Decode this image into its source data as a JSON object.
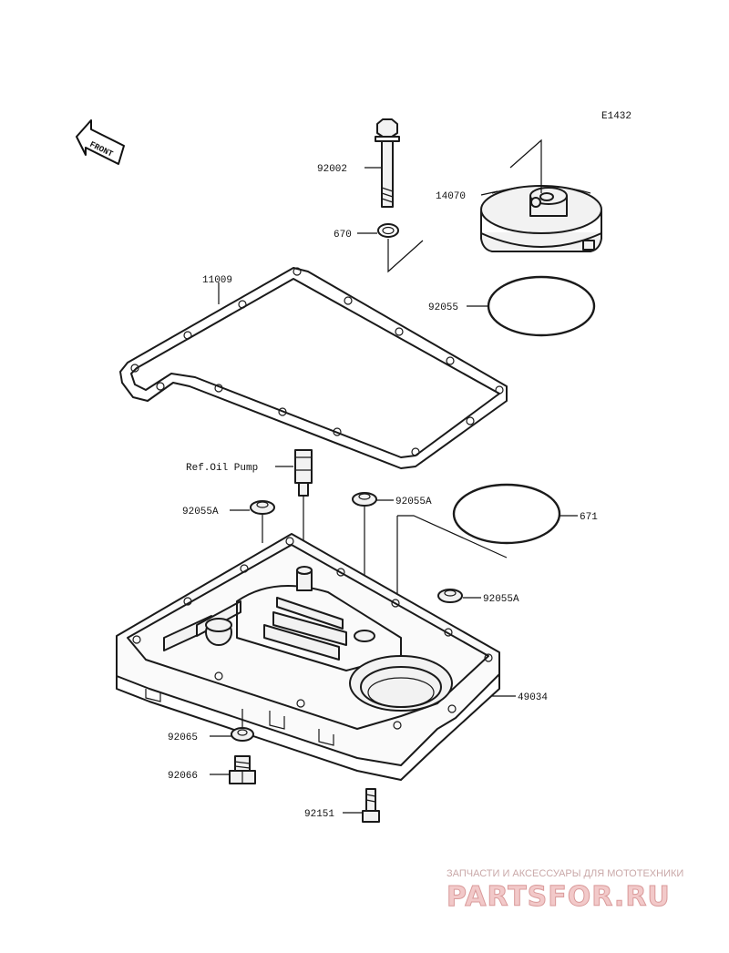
{
  "diagram_code": "E1432",
  "front_label": "FRONT",
  "parts": [
    {
      "id": "p92002",
      "label": "92002"
    },
    {
      "id": "p14070",
      "label": "14070"
    },
    {
      "id": "p670",
      "label": "670"
    },
    {
      "id": "p11009",
      "label": "11009"
    },
    {
      "id": "p92055",
      "label": "92055"
    },
    {
      "id": "pRefOilPump",
      "label": "Ref.Oil Pump"
    },
    {
      "id": "p92055A_1",
      "label": "92055A"
    },
    {
      "id": "p92055A_2",
      "label": "92055A"
    },
    {
      "id": "p671",
      "label": "671"
    },
    {
      "id": "p92055A_3",
      "label": "92055A"
    },
    {
      "id": "p49034",
      "label": "49034"
    },
    {
      "id": "p92065",
      "label": "92065"
    },
    {
      "id": "p92066",
      "label": "92066"
    },
    {
      "id": "p92151",
      "label": "92151"
    }
  ],
  "watermark": {
    "tagline": "ЗАПЧАСТИ И АКСЕССУАРЫ ДЛЯ МОТОТЕХНИКИ",
    "brand": "PARTSFOR.RU",
    "color": "#e8a0a0"
  }
}
